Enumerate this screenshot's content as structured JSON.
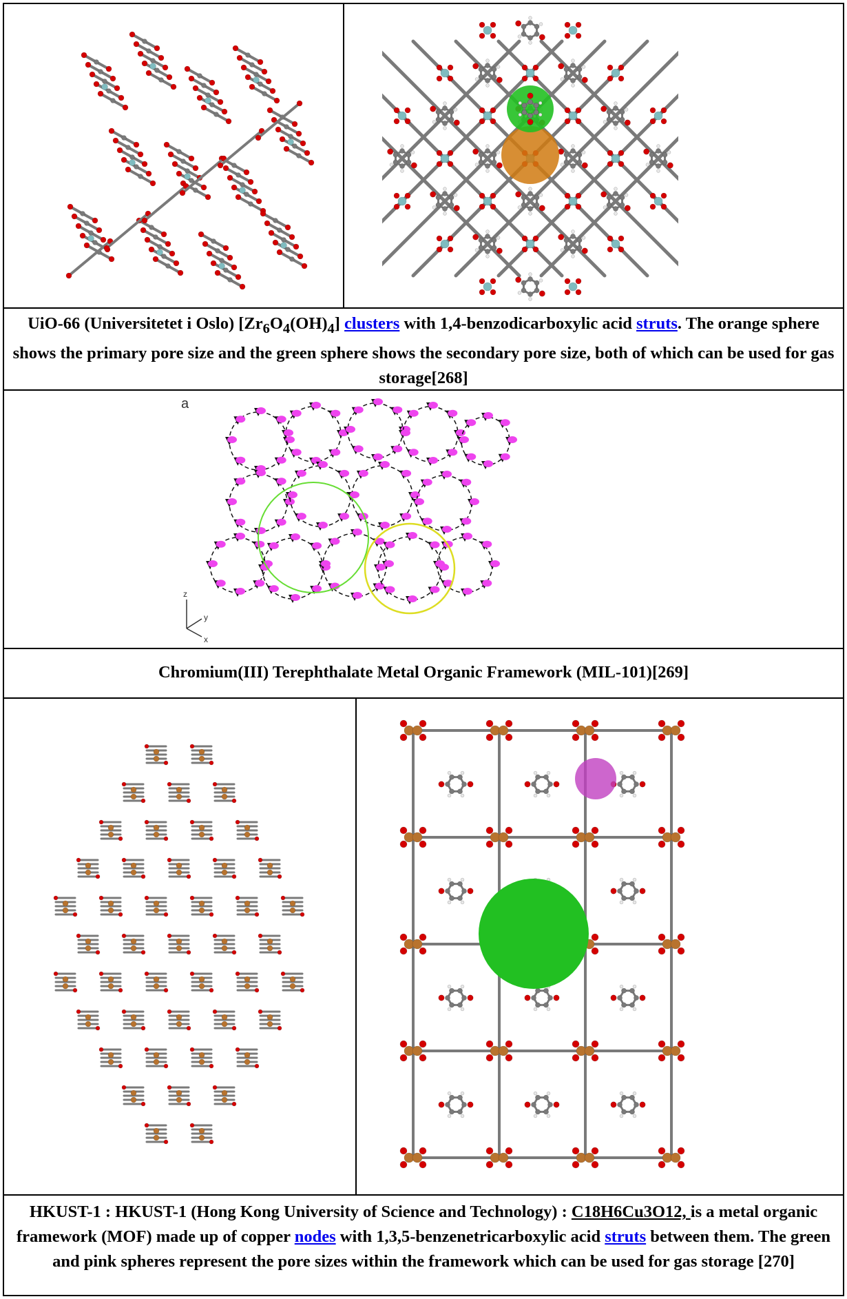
{
  "row1": {
    "caption": {
      "prefix": "UiO-66 (Universitetet i Oslo) [Zr",
      "sub1": "6",
      "mid1": "O",
      "sub2": "4",
      "mid2": "(OH)",
      "sub3": "4",
      "mid3": "] ",
      "link_clusters": "clusters",
      "mid4": " with 1,4-benzodicarboxylic acid ",
      "link_struts": "struts",
      "suffix": ". The orange sphere shows the primary pore size and the green sphere shows the secondary pore size, both of which can be used for gas storage[268]"
    }
  },
  "row2": {
    "panel_label": "a",
    "axis_z": "z",
    "axis_y": "y",
    "axis_x": "x",
    "caption": "Chromium(III) Terephthalate Metal Organic Framework (MIL-101)[269]"
  },
  "row3": {
    "caption": {
      "prefix": "HKUST-1 : HKUST-1 (Hong Kong University of Science and Technology) : ",
      "formula": "C18H6Cu3O12, ",
      "mid1": "is a metal organic framework (MOF) made up of copper ",
      "link_nodes": "nodes",
      "mid2": " with 1,3,5-benzenetricarboxylic acid ",
      "link_struts": "struts",
      "suffix": " between them. The green and pink spheres represent the pore sizes within the framework which can be used for gas storage [270]"
    }
  },
  "colors": {
    "carbon": "#7a7a7a",
    "oxygen": "#d40000",
    "zirconium": "#7fbcc0",
    "copper": "#b8732e",
    "hydrogen": "#e8e8e8",
    "green_sphere": "#22c022",
    "orange_sphere": "#d07a10",
    "magenta": "#ee44ee",
    "pink_sphere": "#c040c0"
  }
}
